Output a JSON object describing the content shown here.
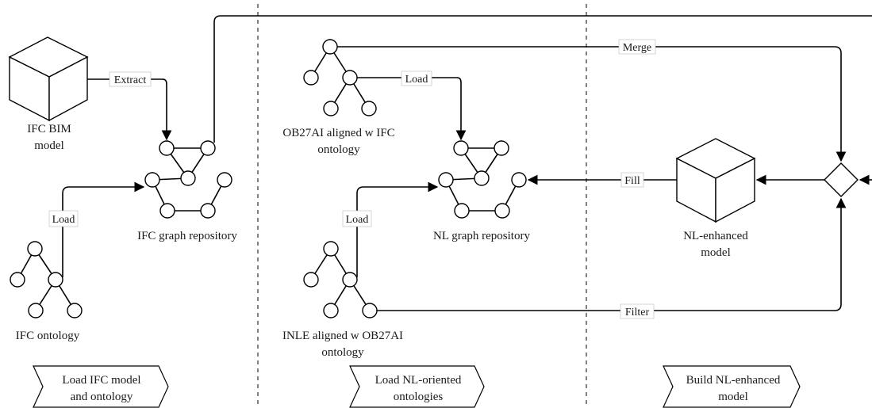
{
  "labels": {
    "ifc_bim_model_1": "IFC BIM",
    "ifc_bim_model_2": "model",
    "ifc_graph_repo": "IFC graph repository",
    "ifc_ontology": "IFC ontology",
    "ob27ai_1": "OB27AI aligned w IFC",
    "ob27ai_2": "ontology",
    "nl_graph_repo": "NL graph repository",
    "inle_1": "INLE aligned w OB27AI",
    "inle_2": "ontology",
    "nl_model_1": "NL-enhanced",
    "nl_model_2": "model"
  },
  "edges": {
    "extract": "Extract",
    "load_ifc": "Load",
    "load_ob27ai": "Load",
    "load_inle": "Load",
    "merge": "Merge",
    "fill": "Fill",
    "filter": "Filter"
  },
  "phases": {
    "phase1_1": "Load IFC model",
    "phase1_2": "and ontology",
    "phase2_1": "Load NL-oriented",
    "phase2_2": "ontologies",
    "phase3_1": "Build NL-enhanced",
    "phase3_2": "model"
  }
}
